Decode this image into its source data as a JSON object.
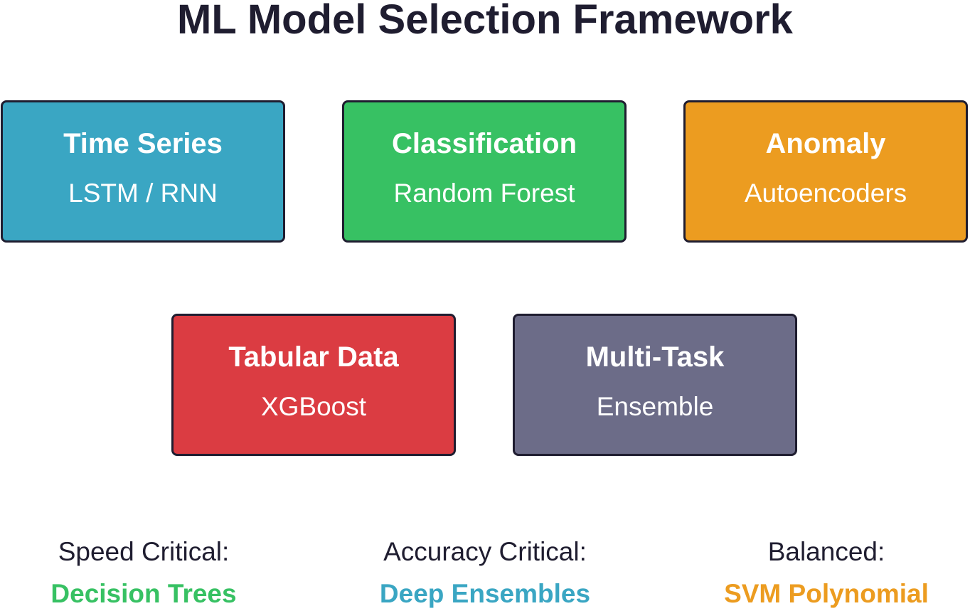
{
  "title": "ML Model Selection Framework",
  "boxes": [
    {
      "title": "Time Series",
      "model": "LSTM / RNN",
      "color": "#3aa6c3"
    },
    {
      "title": "Classification",
      "model": "Random Forest",
      "color": "#37c163"
    },
    {
      "title": "Anomaly",
      "model": "Autoencoders",
      "color": "#ec9c20"
    },
    {
      "title": "Tabular Data",
      "model": "XGBoost",
      "color": "#db3c42"
    },
    {
      "title": "Multi-Task",
      "model": "Ensemble",
      "color": "#6c6c88"
    }
  ],
  "recommendations": [
    {
      "label": "Speed Critical:",
      "value": "Decision Trees",
      "color": "#37c163"
    },
    {
      "label": "Accuracy Critical:",
      "value": "Deep Ensembles",
      "color": "#3aa6c3"
    },
    {
      "label": "Balanced:",
      "value": "SVM Polynomial",
      "color": "#ec9c20"
    }
  ]
}
